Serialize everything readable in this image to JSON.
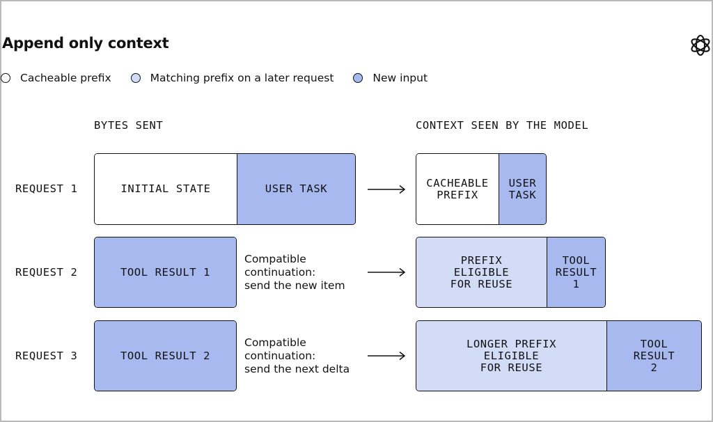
{
  "title": "Append only context",
  "colors": {
    "white": "#ffffff",
    "matching": "#d2dcf7",
    "new_input": "#a8b9f0",
    "ink": "#111111"
  },
  "legend": [
    {
      "label": "Cacheable prefix",
      "color": "#ffffff"
    },
    {
      "label": "Matching prefix on a later request",
      "color": "#d2dcf7"
    },
    {
      "label": "New input",
      "color": "#a8b9f0"
    }
  ],
  "columns": {
    "bytes_sent": "BYTES SENT",
    "context_seen": "CONTEXT SEEN BY THE MODEL"
  },
  "rows": [
    {
      "label": "REQUEST 1",
      "sent": [
        "INITIAL STATE",
        "USER TASK"
      ],
      "note": [
        "",
        "",
        ""
      ],
      "context": [
        "CACHEABLE\nPREFIX",
        "USER\nTASK"
      ]
    },
    {
      "label": "REQUEST 2",
      "sent": [
        "TOOL RESULT 1"
      ],
      "note": [
        "Compatible",
        "continuation:",
        "send the new item"
      ],
      "context": [
        "PREFIX\nELIGIBLE\nFOR REUSE",
        "TOOL\nRESULT\n1"
      ]
    },
    {
      "label": "REQUEST 3",
      "sent": [
        "TOOL RESULT 2"
      ],
      "note": [
        "Compatible",
        "continuation:",
        "send the next delta"
      ],
      "context": [
        "LONGER PREFIX\nELIGIBLE\nFOR REUSE",
        "TOOL\nRESULT\n2"
      ]
    }
  ],
  "icons": {
    "logo": "openai-knot-icon",
    "arrow": "arrow-right-icon"
  }
}
